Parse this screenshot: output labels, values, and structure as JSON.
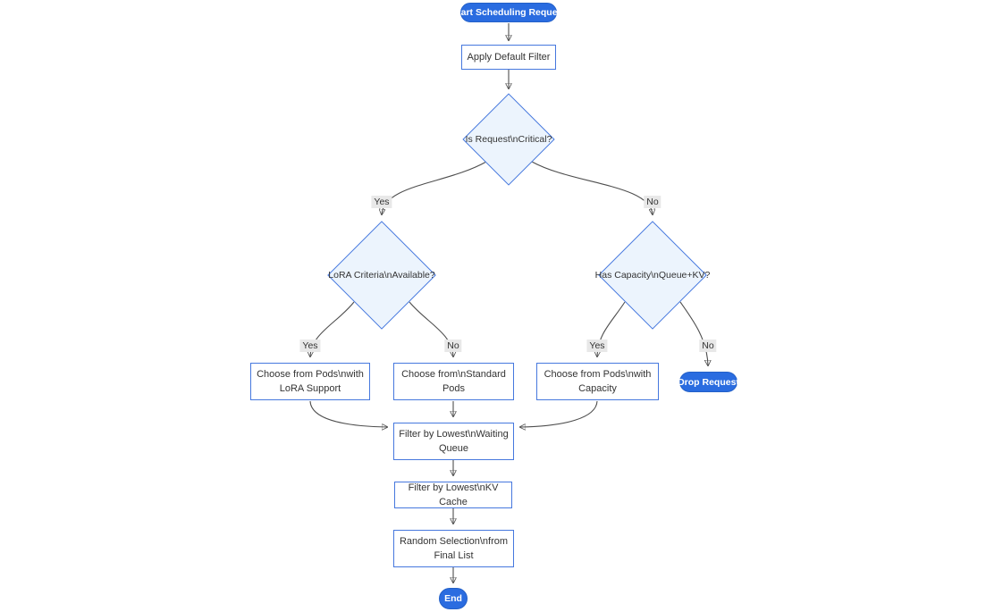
{
  "diagram": {
    "type": "flowchart",
    "direction": "top-down",
    "colors": {
      "node_fill": "#ffffff",
      "node_border": "#4678de",
      "decision_fill": "#ecf4fd",
      "terminal_fill": "#2a6ce0",
      "terminal_border": "#2360c8",
      "terminal_text": "#ffffff",
      "text": "#333333",
      "edge": "#4e4e4e",
      "edge_label_bg": "#e8e8e8"
    },
    "nodes": {
      "start": {
        "label": "Start Scheduling Request",
        "shape": "stadium"
      },
      "apply_filter": {
        "label": "Apply Default Filter",
        "shape": "rect"
      },
      "is_critical": {
        "label": "Is Request\\nCritical?",
        "shape": "diamond"
      },
      "lora_criteria": {
        "label": "LoRA Criteria\\nAvailable?",
        "shape": "diamond"
      },
      "has_capacity": {
        "label": "Has Capacity\\nQueue+KV?",
        "shape": "diamond"
      },
      "choose_lora": {
        "label": "Choose from Pods\\nwith LoRA Support",
        "shape": "rect"
      },
      "choose_standard": {
        "label": "Choose from\\nStandard Pods",
        "shape": "rect"
      },
      "choose_capacity": {
        "label": "Choose from Pods\\nwith Capacity",
        "shape": "rect"
      },
      "drop_request": {
        "label": "Drop Request",
        "shape": "stadium"
      },
      "filter_waiting": {
        "label": "Filter by Lowest\\nWaiting Queue",
        "shape": "rect"
      },
      "filter_kv": {
        "label": "Filter by Lowest\\nKV Cache",
        "shape": "rect"
      },
      "random_selection": {
        "label": "Random Selection\\nfrom Final List",
        "shape": "rect"
      },
      "end": {
        "label": "End",
        "shape": "stadium"
      }
    },
    "edges": [
      {
        "from": "start",
        "to": "apply_filter",
        "label": ""
      },
      {
        "from": "apply_filter",
        "to": "is_critical",
        "label": ""
      },
      {
        "from": "is_critical",
        "to": "lora_criteria",
        "label": "Yes"
      },
      {
        "from": "is_critical",
        "to": "has_capacity",
        "label": "No"
      },
      {
        "from": "lora_criteria",
        "to": "choose_lora",
        "label": "Yes"
      },
      {
        "from": "lora_criteria",
        "to": "choose_standard",
        "label": "No"
      },
      {
        "from": "has_capacity",
        "to": "choose_capacity",
        "label": "Yes"
      },
      {
        "from": "has_capacity",
        "to": "drop_request",
        "label": "No"
      },
      {
        "from": "choose_lora",
        "to": "filter_waiting",
        "label": ""
      },
      {
        "from": "choose_standard",
        "to": "filter_waiting",
        "label": ""
      },
      {
        "from": "choose_capacity",
        "to": "filter_waiting",
        "label": ""
      },
      {
        "from": "filter_waiting",
        "to": "filter_kv",
        "label": ""
      },
      {
        "from": "filter_kv",
        "to": "random_selection",
        "label": ""
      },
      {
        "from": "random_selection",
        "to": "end",
        "label": ""
      }
    ]
  }
}
